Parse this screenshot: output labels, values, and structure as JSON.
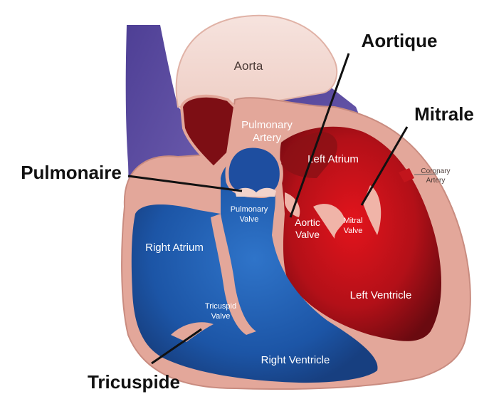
{
  "diagram": {
    "anatomy_labels": {
      "aorta": "Aorta",
      "pulmonary_artery_1": "Pulmonary",
      "pulmonary_artery_2": "Artery",
      "left_atrium": "Left Atrium",
      "coronary_artery_1": "Coronary",
      "coronary_artery_2": "Artery",
      "pulmonary_valve_1": "Pulmonary",
      "pulmonary_valve_2": "Valve",
      "aortic_valve_1": "Aortic",
      "aortic_valve_2": "Valve",
      "mitral_valve_1": "Mitral",
      "mitral_valve_2": "Valve",
      "right_atrium": "Right Atrium",
      "tricuspid_valve_1": "Tricuspid",
      "tricuspid_valve_2": "Valve",
      "left_ventricle": "Left Ventricle",
      "right_ventricle": "Right Ventricle"
    },
    "callouts": {
      "aortique": "Aortique",
      "mitrale": "Mitrale",
      "pulmonaire": "Pulmonaire",
      "tricuspide": "Tricuspide"
    },
    "colors": {
      "tissue": "#e3a79a",
      "tissue_light": "#f1d3cb",
      "deoxygenated_blue": "#1d56a8",
      "vena_cava_purple": "#5a4a9a",
      "oxygenated_red": "#b5121b",
      "dark_red": "#6b0d12",
      "leader_line": "#111111"
    }
  }
}
